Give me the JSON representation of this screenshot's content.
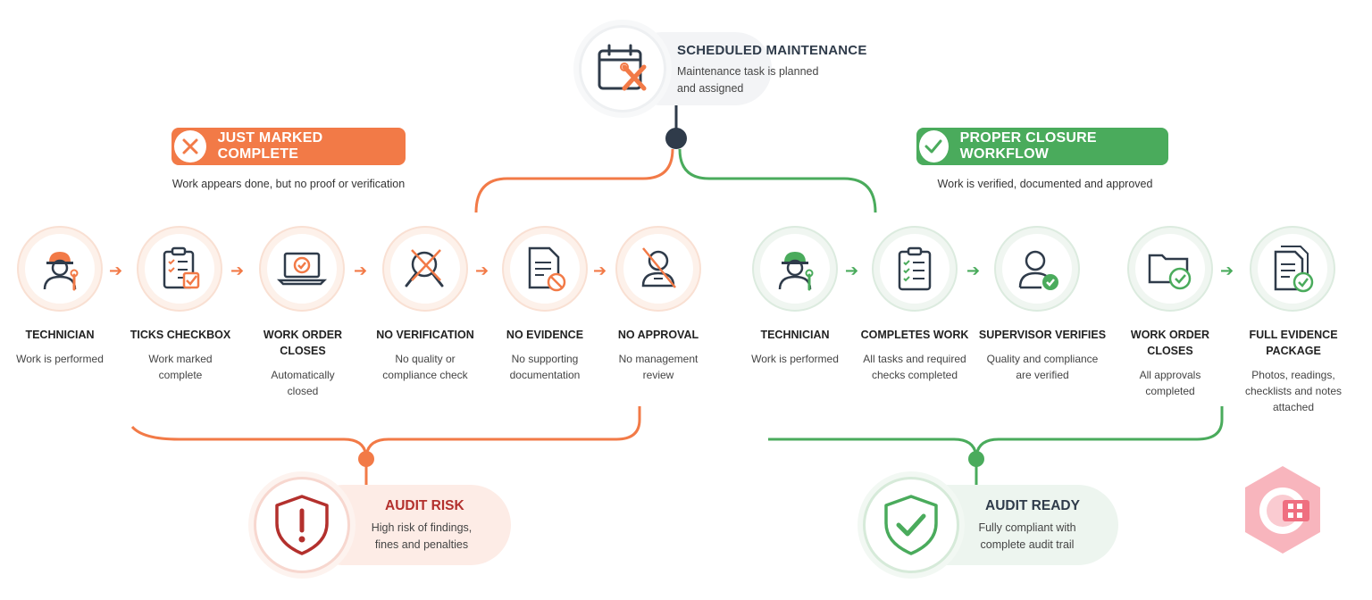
{
  "start": {
    "title": "SCHEDULED MAINTENANCE",
    "description": "Maintenance task is planned and assigned",
    "icon": "calendar-tools-icon"
  },
  "left_branch": {
    "banner": "JUST MARKED COMPLETE",
    "subtitle": "Work appears done, but no proof or verification",
    "color": "#f27a47",
    "steps": [
      {
        "label": "TECHNICIAN",
        "description": "Work is performed",
        "icon": "technician-icon"
      },
      {
        "label": "TICKS CHECKBOX",
        "description": "Work marked complete",
        "icon": "checklist-icon"
      },
      {
        "label": "WORK ORDER CLOSES",
        "description": "Automatically closed",
        "icon": "laptop-check-icon"
      },
      {
        "label": "NO VERIFICATION",
        "description": "No quality or compliance check",
        "icon": "magnifier-crossed-icon"
      },
      {
        "label": "NO EVIDENCE",
        "description": "No supporting documentation",
        "icon": "document-prohibited-icon"
      },
      {
        "label": "NO APPROVAL",
        "description": "No management review",
        "icon": "manager-crossed-icon"
      }
    ],
    "outcome": {
      "title": "AUDIT RISK",
      "description": "High risk of findings, fines and penalties",
      "icon": "shield-alert-icon",
      "color": "#b3302d"
    }
  },
  "right_branch": {
    "banner": "PROPER CLOSURE WORKFLOW",
    "subtitle": "Work is verified, documented and approved",
    "color": "#4aab5c",
    "steps": [
      {
        "label": "TECHNICIAN",
        "description": "Work is performed",
        "icon": "technician-icon"
      },
      {
        "label": "COMPLETES WORK",
        "description": "All tasks and required checks completed",
        "icon": "checklist-icon"
      },
      {
        "label": "SUPERVISOR VERIFIES",
        "description": "Quality and compliance are verified",
        "icon": "supervisor-check-icon"
      },
      {
        "label": "WORK ORDER CLOSES",
        "description": "All approvals completed",
        "icon": "folder-check-icon"
      },
      {
        "label": "FULL EVIDENCE PACKAGE",
        "description": "Photos, readings, checklists and notes attached",
        "icon": "document-package-icon"
      }
    ],
    "outcome": {
      "title": "AUDIT READY",
      "description": "Fully compliant with complete audit trail",
      "icon": "shield-check-icon",
      "color": "#4aab5c"
    }
  }
}
